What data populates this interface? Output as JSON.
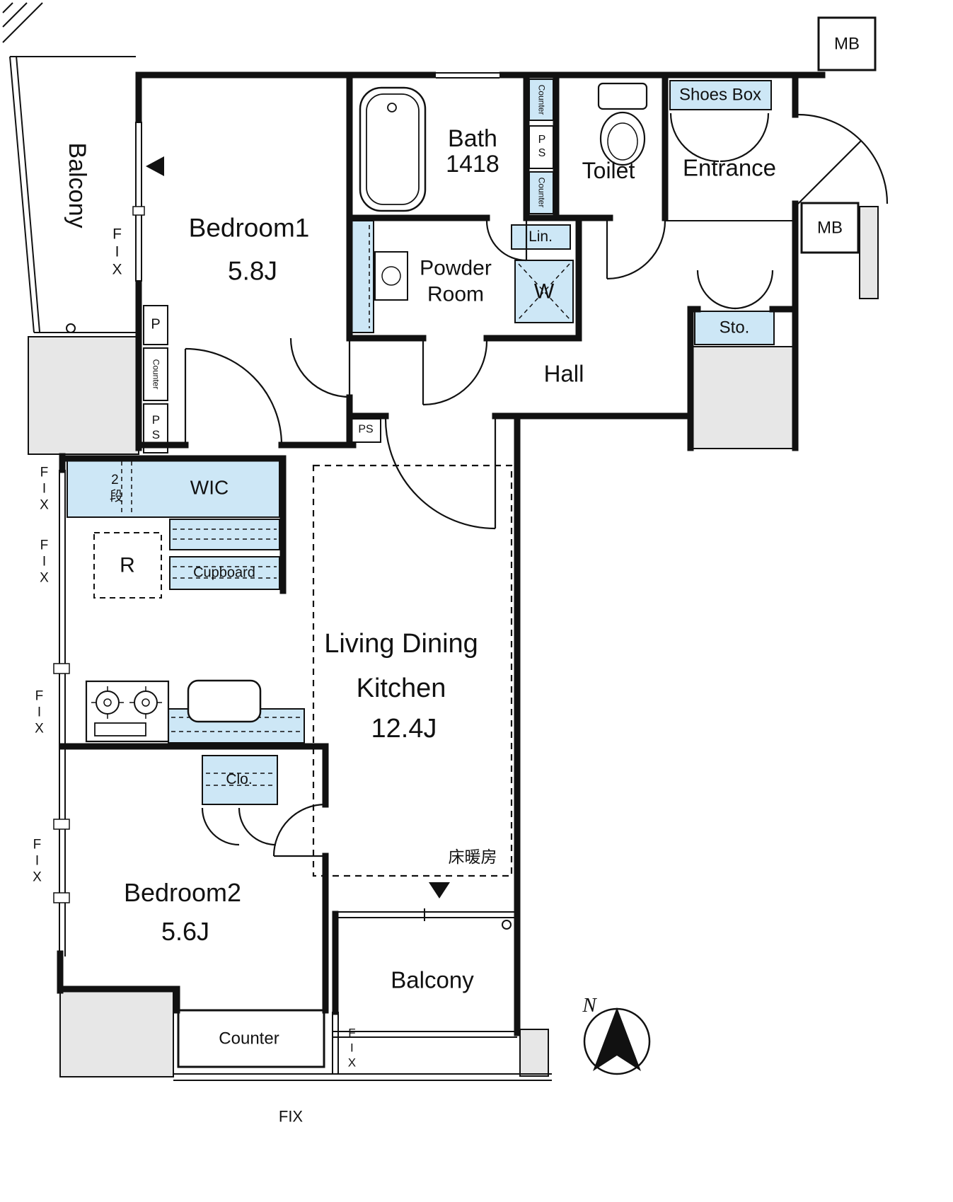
{
  "colors": {
    "line": "#111111",
    "fixture_fill": "#cde7f6",
    "exterior_fill": "#e7e7e7"
  },
  "rooms": {
    "balcony_top": {
      "name": "Balcony"
    },
    "bedroom1": {
      "name": "Bedroom1",
      "size": "5.8J"
    },
    "bath": {
      "name": "Bath",
      "size": "1418"
    },
    "toilet": {
      "name": "Toilet"
    },
    "entrance": {
      "name": "Entrance"
    },
    "powder_room": {
      "line1": "Powder",
      "line2": "Room"
    },
    "hall": {
      "name": "Hall"
    },
    "ldk": {
      "line1": "Living Dining",
      "line2": "Kitchen",
      "size": "12.4J"
    },
    "bedroom2": {
      "name": "Bedroom2",
      "size": "5.6J"
    },
    "balcony_bottom": {
      "name": "Balcony"
    }
  },
  "fixtures": {
    "shoes_box": "Shoes Box",
    "linen": "Lin.",
    "washer": "W",
    "storage": "Sto.",
    "wic": "WIC",
    "wic_shelf": "2段",
    "refrigerator": "R",
    "cupboard": "Cupboard",
    "closet": "Clo."
  },
  "labels": {
    "mb": "MB",
    "fix": "FIX",
    "ps": "PS",
    "p": "P",
    "counter": "Counter",
    "floor_heating": "床暖房",
    "north": "N"
  }
}
